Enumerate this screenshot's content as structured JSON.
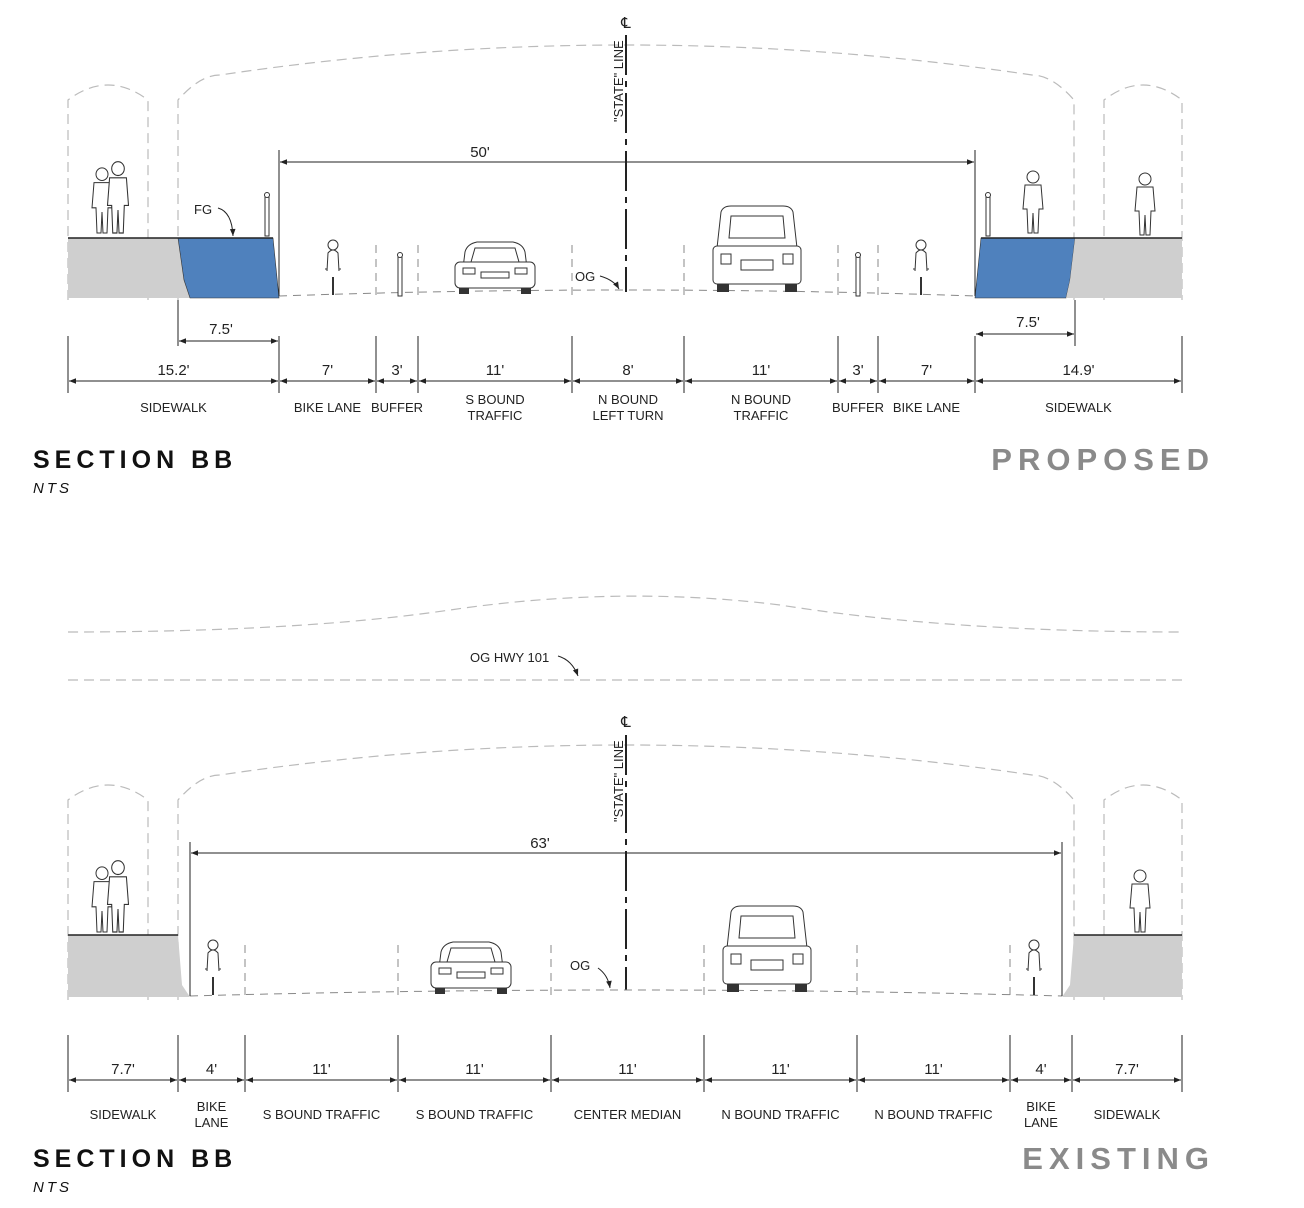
{
  "symbols": {
    "centerline": "℄",
    "state_line": "\"STATE\" LINE"
  },
  "colors": {
    "fill_gray": "#cfcfcf",
    "fill_blue": "#4f81bd",
    "status_gray": "#8a8a8a"
  },
  "proposed": {
    "title": "SECTION BB",
    "subtitle": "NTS",
    "status": "PROPOSED",
    "total_width": "50'",
    "fg_label": "FG",
    "og_label": "OG",
    "left_sub_dim": "7.5'",
    "right_sub_dim": "7.5'",
    "dims": [
      "15.2'",
      "7'",
      "3'",
      "11'",
      "8'",
      "11'",
      "3'",
      "7'",
      "14.9'"
    ],
    "lanes": [
      [
        "SIDEWALK"
      ],
      [
        "BIKE LANE"
      ],
      [
        "BUFFER"
      ],
      [
        "S BOUND",
        "TRAFFIC"
      ],
      [
        "N BOUND",
        "LEFT TURN"
      ],
      [
        "N BOUND",
        "TRAFFIC"
      ],
      [
        "BUFFER"
      ],
      [
        "BIKE LANE"
      ],
      [
        "SIDEWALK"
      ]
    ]
  },
  "existing": {
    "title": "SECTION BB",
    "subtitle": "NTS",
    "status": "EXISTING",
    "total_width": "63'",
    "og_label": "OG",
    "og_hwy_label": "OG HWY 101",
    "dims": [
      "7.7'",
      "4'",
      "11'",
      "11'",
      "11'",
      "11'",
      "11'",
      "4'",
      "7.7'"
    ],
    "lanes": [
      [
        "SIDEWALK"
      ],
      [
        "BIKE",
        "LANE"
      ],
      [
        "S BOUND TRAFFIC"
      ],
      [
        "S BOUND TRAFFIC"
      ],
      [
        "CENTER MEDIAN"
      ],
      [
        "N BOUND TRAFFIC"
      ],
      [
        "N BOUND TRAFFIC"
      ],
      [
        "BIKE",
        "LANE"
      ],
      [
        "SIDEWALK"
      ]
    ]
  }
}
